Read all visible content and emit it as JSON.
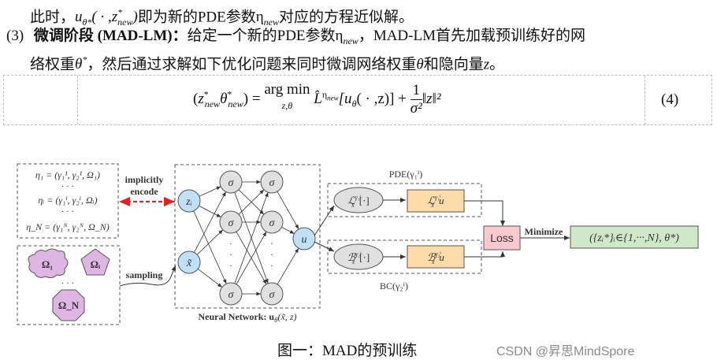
{
  "text": {
    "line1_prefix": "此时，",
    "line1_math": "u",
    "line1_math_sub": "θ*",
    "line1_arg": "( · ,z",
    "line1_arg_sup": "*",
    "line1_arg_sub": "new",
    "line1_close": ")",
    "line1_rest": "即为新的PDE参数",
    "line1_eta": "η",
    "line1_eta_sub": "new",
    "line1_tail": "对应的方程近似解。",
    "item_number": "(3)",
    "item_title": "微调阶段 (MAD-LM)：",
    "item_body_1": "给定一个新的PDE参数",
    "item_eta": "η",
    "item_eta_sub": "new",
    "item_body_2": "，MAD-LM首先加载预训练好的网",
    "line3_a": "络权重",
    "line3_theta": "θ",
    "line3_theta_sup": "*",
    "line3_b": "，然后通过求解如下优化问题来同时微调网络权重",
    "line3_theta2": "θ",
    "line3_c": "和隐向量",
    "line3_z": "z",
    "line3_d": "。"
  },
  "equation": {
    "lhs_open": "(",
    "lhs_z": "z",
    "lhs_z_sup": "*",
    "lhs_z_sub": "new",
    "lhs_theta": "θ",
    "lhs_theta_sup": "*",
    "lhs_theta_sub": "new",
    "lhs_close": ")",
    "equals": " = ",
    "argmin": "arg min",
    "argmin_under": "z,θ",
    "loss_symbol": "L̂",
    "loss_sup": "η",
    "loss_sup_sub": "new",
    "bracket": "[u",
    "bracket_sub": "θ",
    "bracket_rest": "( · ,z)] + ",
    "frac_num": "1",
    "frac_den": "σ²",
    "norm": "‖z‖²",
    "number": "(4)"
  },
  "figure": {
    "params_box": {
      "eta_1": "η₁ = (γ₁¹, γ₂¹, Ω₁)",
      "dots_1": "· · ·",
      "eta_i": "ηᵢ = (γ₁ⁱ, γ₂ⁱ, Ωᵢ)",
      "dots_2": "· · ·",
      "eta_N": "η_N = (γ₁ᴺ, γ₂ᴺ, Ω_N)"
    },
    "domains_box": {
      "omega_1": "Ω₁",
      "omega_i": "Ωᵢ",
      "dots": "· · ·",
      "omega_N": "Ω_N"
    },
    "arrows": {
      "implicitly": "implicitly",
      "encode": "encode",
      "sampling": "sampling",
      "minimize": "Minimize"
    },
    "network": {
      "input_z": "zᵢ",
      "input_x": "x̃",
      "hidden_node": "σ",
      "vdots": "·",
      "output_u": "u",
      "label": "Neural Network: u",
      "label_sub": "θ",
      "label_args": "(x̃, z)"
    },
    "pde_branch": {
      "title": "PDE(γ₁ⁱ)",
      "operator": "ℒ",
      "operator_sup": "γ₁ⁱ",
      "operator_sub": "x̃",
      "operator_arg": "[·]",
      "result": "ℒ",
      "result_sup": "γ₁ⁱ",
      "result_sub": "x̃",
      "result_u": "u"
    },
    "bc_branch": {
      "title": "BC(γ₂ⁱ)",
      "operator": "ℬ",
      "operator_sup": "γ₂ⁱ",
      "operator_sub": "x̃",
      "operator_arg": "[·]",
      "result": "ℬ",
      "result_sup": "γ₂ⁱ",
      "result_sub": "x̃",
      "result_u": "u"
    },
    "loss_label": "Loss",
    "output_label": "({zᵢ*}ᵢ∈{1,···,N}, θ*)",
    "colors": {
      "input_node": "#bfe0f7",
      "hidden_node": "#e0e0e0",
      "domain_shape": "#dfb5e3",
      "result_box": "#fddcaa",
      "loss_box": "#fcc9cf",
      "output_box": "#cfe8c7",
      "encode_arrow": "#e32222"
    }
  },
  "caption": "图一：MAD的预训练",
  "watermark": "CSDN @昇思MindSpore"
}
